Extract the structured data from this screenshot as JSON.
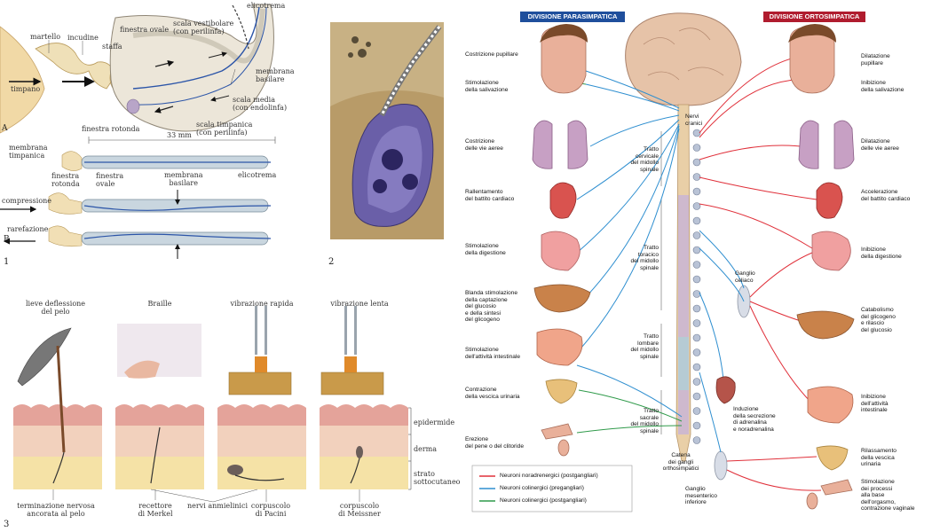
{
  "panel1": {
    "number": "1",
    "sub_a": "A",
    "sub_b": "B",
    "labels": {
      "martello": "martello",
      "incudine": "incudine",
      "staffa": "staffa",
      "finestra_ovale": "finestra ovale",
      "scala_vestibolare": "scala vestibolare\n(con perilinfa)",
      "elicotrema": "elicotrema",
      "membrana_basilare": "membrana\nbasilare",
      "scala_media": "scala media\n(con endolinfa)",
      "scala_timpanica": "scala timpanica\n(con perilinfa)",
      "finestra_rotonda": "finestra rotonda",
      "timpano": "timpano",
      "membrana_timpanica": "membrana\ntimpanica",
      "finestra_rotonda_b": "finestra\nrotonda",
      "finestra_ovale_b": "finestra\novale",
      "membrana_basilare_b": "membrana\nbasilare",
      "elicotrema_b": "elicotrema",
      "length": "33 mm",
      "compressione": "compressione",
      "rarefazione": "rarefazione"
    }
  },
  "panel2": {
    "number": "2"
  },
  "panel3": {
    "number": "3",
    "headers": [
      "lieve deflessione\ndel pelo",
      "Braille",
      "vibrazione rapida",
      "vibrazione lenta"
    ],
    "layers": [
      "epidermide",
      "derma",
      "strato\nsottocutaneo"
    ],
    "bottom": {
      "terminazione": "terminazione nervosa\nancorata al pelo",
      "merkel": "recettore\ndi Merkel",
      "nervi": "nervi anmielinici",
      "pacini": "corpuscolo\ndi Pacini",
      "meissner": "corpuscolo\ndi Meissner"
    }
  },
  "panel4": {
    "header_left": "DIVISIONE PARASIMPATICA",
    "header_right": "DIVISIONE ORTOSIMPATICA",
    "colors": {
      "para": "#1f4f9c",
      "orto": "#b01c2e",
      "red": "#e0303a",
      "blue": "#2f8fd0",
      "green": "#2f9a4a"
    },
    "left_effects": [
      "Costrizione pupillare",
      "Stimolazione\ndella salivazione",
      "Costrizione\ndelle vie aeree",
      "Rallentamento\ndel battito cardiaco",
      "Stimolazione\ndella digestione",
      "Blanda stimolazione\ndella captazione\ndel glucosio\ne della sintesi\ndel glicogeno",
      "Stimolazione\ndell'attività intestinale",
      "Contrazione\ndella vescica urinaria",
      "Erezione\ndel pene o del clitoride"
    ],
    "right_effects": [
      "Dilatazione\npupillare",
      "Inibizione\ndella salivazione",
      "Dilatazione\ndelle vie aeree",
      "Accelerazione\ndel battito cardiaco",
      "Inibizione\ndella digestione",
      "Catabolismo\ndel glicogeno\ne rilascio\ndel glucosio",
      "Inibizione\ndell'attività\nintestinale",
      "Rilassamento\ndella vescica\nurinaria",
      "Stimolazione\ndei processi\nalla base\ndell'orgasmo,\ncontrazione vaginale"
    ],
    "center_labels": {
      "nervi_cranici": "Nervi\ncranici",
      "cervicale": "Tratto\ncervicale\ndel midollo\nspinale",
      "toracico": "Tratto\ntoracico\ndel midollo\nspinale",
      "lombare": "Tratto\nlombare\ndel midollo\nspinale",
      "sacrale": "Tratto\nsacrale\ndel midollo\nspinale",
      "catena": "Catena\ndei gangli\northosimpatici",
      "ganglio_celiaco": "Ganglio\nceliaco",
      "induzione": "Induzione\ndella secrezione\ndi adrenalina\ne noradrenalina",
      "ganglio_mesenterico": "Ganglio\nmesenterico\ninferiore"
    },
    "legend": [
      {
        "label": "Neuroni noradrenergici (postgangliari)",
        "color": "#e0303a"
      },
      {
        "label": "Neuroni colinergici (pregangliari)",
        "color": "#2f8fd0"
      },
      {
        "label": "Neuroni colinergici (postgangliari)",
        "color": "#2f9a4a"
      }
    ]
  }
}
